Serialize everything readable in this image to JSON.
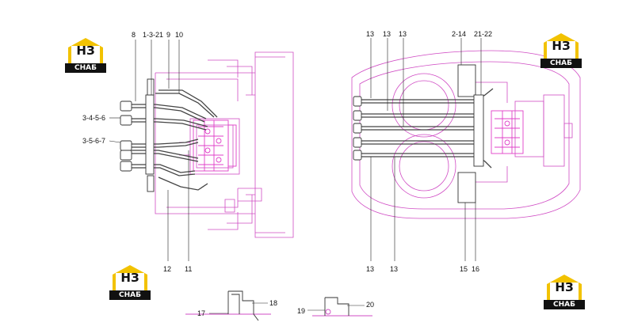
{
  "logo": {
    "brand": "НЗ",
    "subtitle": "СНАБ"
  },
  "colors": {
    "outline": "#d04cc4",
    "hose": "#444444",
    "logo_yellow": "#f2c200",
    "leader": "#222222"
  },
  "left_view": {
    "top_labels": [
      "8",
      "1-3-21",
      "9",
      "10"
    ],
    "side_labels": [
      "3-4-5-6",
      "3-5-6-7"
    ],
    "bottom_labels": [
      "12",
      "11"
    ]
  },
  "right_view": {
    "top_labels": [
      "13",
      "13",
      "13",
      "2-14",
      "21-22"
    ],
    "bottom_labels": [
      "13",
      "13",
      "15",
      "16"
    ]
  },
  "detail_views": {
    "labels": [
      "17",
      "18",
      "19",
      "20"
    ]
  }
}
